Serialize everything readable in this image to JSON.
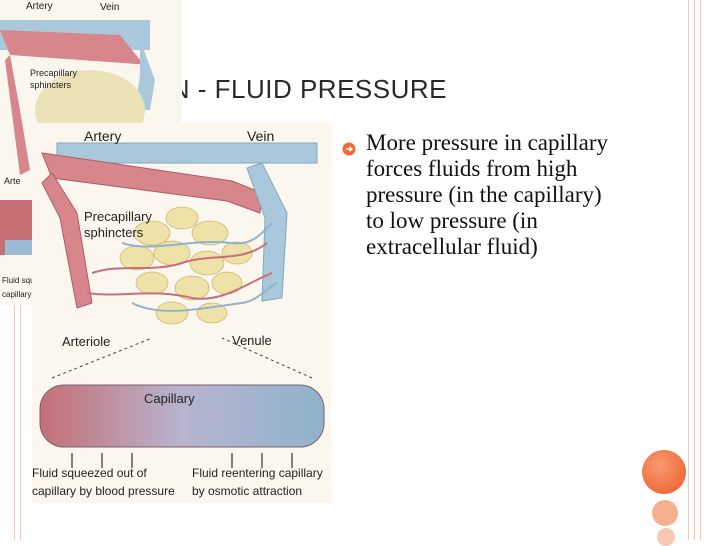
{
  "slide": {
    "title_visible": "ON - FLUID PRESSURE",
    "bullet_text": "More pressure in capillary forces fluids from high pressure (in the capillary) to low pressure (in extracellular fluid)"
  },
  "diagram_back": {
    "labels": [
      "Artery",
      "Vein",
      "Precapillary sphincters",
      "Arte",
      "Fluid sque",
      "capillary"
    ]
  },
  "diagram_front": {
    "artery": "Artery",
    "vein": "Vein",
    "precapillary_line1": "Precapillary",
    "precapillary_line2": "sphincters",
    "arteriole": "Arteriole",
    "venule": "Venule",
    "capillary": "Capillary",
    "squeezed_line1": "Fluid squeezed out of",
    "squeezed_line2": "capillary by blood pressure",
    "reenter_line1": "Fluid reentering capillary",
    "reenter_line2": "by osmotic attraction"
  },
  "colors": {
    "accent": "#f26a3a",
    "artery": "#d7868c",
    "vein": "#a9c8db"
  }
}
